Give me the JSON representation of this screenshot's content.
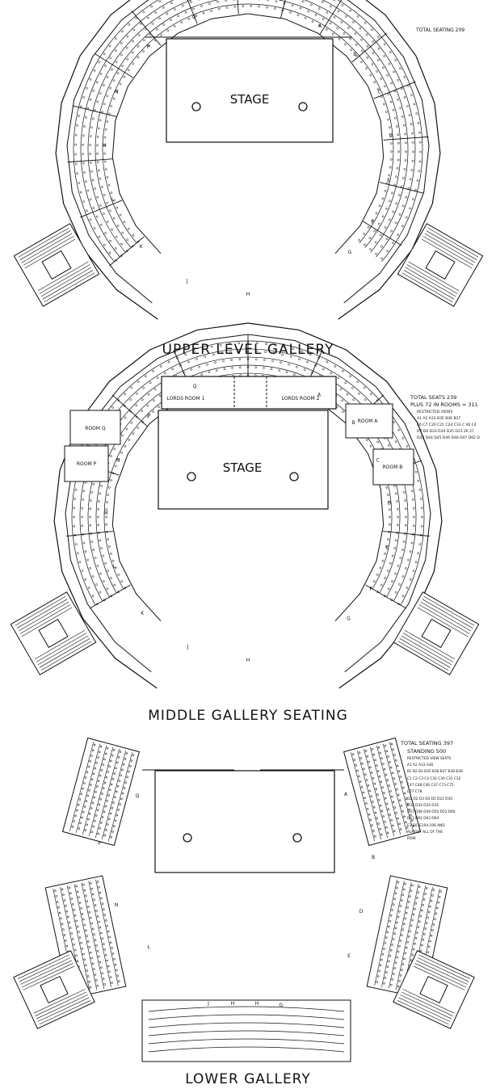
{
  "upper": {
    "caption": "UPPER LEVEL GALLERY",
    "stage_label": "STAGE",
    "total": "TOTAL SEATING 209",
    "sections": [
      "A",
      "B",
      "C",
      "D",
      "E",
      "F",
      "G",
      "H",
      "J",
      "K",
      "L",
      "M",
      "N",
      "P",
      "Q"
    ]
  },
  "middle": {
    "caption": "MIDDLE GALLERY SEATING",
    "stage_label": "STAGE",
    "lords_room_1": "LORDS ROOM 1",
    "lords_room_2": "LORDS ROOM 2",
    "room_a": "ROOM A",
    "room_b": "ROOM B",
    "room_p": "ROOM P",
    "room_q": "ROOM Q",
    "total": "TOTAL SEATS 239",
    "plus": "PLUS 72 IN ROOMS = 311",
    "restricted_title": "RESTRICTED VIEWS",
    "restricted_lines": [
      "A1 A2 A33 B35 B36 B37",
      "C6 C7 C20 C21 C24 C33 C 46 C4",
      "D7 D8 D33 D34 D35 D23 26 27",
      "D43 D44 D45 D46 D46 D47 D62 D"
    ],
    "sections": [
      "A",
      "B",
      "C",
      "D",
      "E",
      "F",
      "G",
      "H",
      "J",
      "K",
      "L",
      "M",
      "N",
      "P",
      "Q"
    ]
  },
  "lower": {
    "caption": "LOWER GALLERY",
    "total": "TOTAL SEATING 397",
    "standing": "STANDING 500",
    "restricted_title": "RESTRICTED VIEW SEATS",
    "restricted_lines": [
      "A1 A2 A33 A36",
      "B1 B2 B3 B35 B36 B37 B38 B39",
      "C1 C2 C3 C4 C32 C30 C31 C32",
      "C47 C48 C46 C47 C73 C75",
      "C77 C78",
      "D1 D2 D3 D4 D5 D22 D30",
      "D32 D33 D34 D35",
      "D47 D48 D49 D50 D52 D60",
      "D61 D62 D63 D64",
      "E1-E6, E104-106 AND",
      "ALMOST ALL OF THE",
      "ROW"
    ],
    "sections": [
      "A",
      "B",
      "D",
      "E",
      "G",
      "H",
      "H",
      "J",
      "L",
      "N",
      "P",
      "Q"
    ]
  }
}
